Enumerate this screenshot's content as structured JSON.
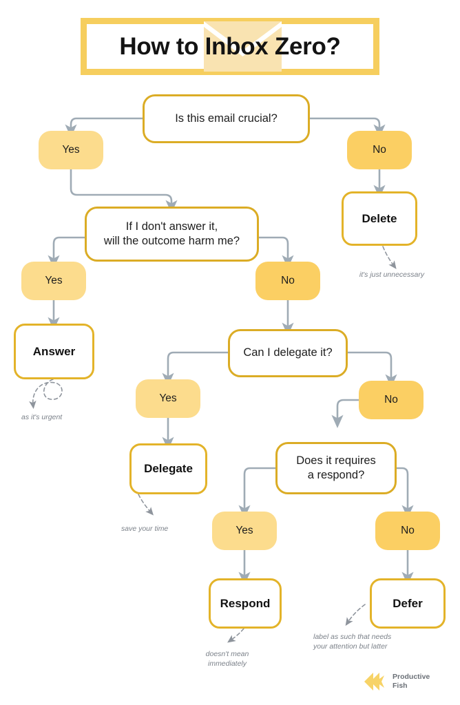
{
  "title": {
    "text": "How to Inbox Zero?",
    "frame_color": "#f6ce5e",
    "envelope_icon": "envelope-icon"
  },
  "colors": {
    "question_border": "#dbac25",
    "terminal_border": "#e3b329",
    "badge_yes": "#fcdc8d",
    "badge_no": "#fbcf63",
    "connector": "#9fabb5",
    "note_text": "#7b8189",
    "background": "#ffffff"
  },
  "chart_data": {
    "type": "diagram",
    "title": "How to Inbox Zero?",
    "nodes": [
      {
        "id": "q1",
        "kind": "question",
        "label": "Is this email crucial?"
      },
      {
        "id": "q1-yes",
        "kind": "badge",
        "label": "Yes"
      },
      {
        "id": "q1-no",
        "kind": "badge",
        "label": "No"
      },
      {
        "id": "delete",
        "kind": "terminal",
        "label": "Delete",
        "note": "it's just unnecessary"
      },
      {
        "id": "q2",
        "kind": "question",
        "label": "If I don't answer it,\nwill the outcome harm me?"
      },
      {
        "id": "q2-yes",
        "kind": "badge",
        "label": "Yes"
      },
      {
        "id": "q2-no",
        "kind": "badge",
        "label": "No"
      },
      {
        "id": "answer",
        "kind": "terminal",
        "label": "Answer",
        "note": "as it's urgent"
      },
      {
        "id": "q3",
        "kind": "question",
        "label": "Can I delegate it?"
      },
      {
        "id": "q3-yes",
        "kind": "badge",
        "label": "Yes"
      },
      {
        "id": "q3-no",
        "kind": "badge",
        "label": "No"
      },
      {
        "id": "delegate",
        "kind": "terminal",
        "label": "Delegate",
        "note": "save your time"
      },
      {
        "id": "q4",
        "kind": "question",
        "label": "Does it requires\na respond?"
      },
      {
        "id": "q4-yes",
        "kind": "badge",
        "label": "Yes"
      },
      {
        "id": "q4-no",
        "kind": "badge",
        "label": "No"
      },
      {
        "id": "respond",
        "kind": "terminal",
        "label": "Respond",
        "note": "doesn't mean\nimmediately"
      },
      {
        "id": "defer",
        "kind": "terminal",
        "label": "Defer",
        "note": "label as such that needs\nyour attention but latter"
      }
    ],
    "edges": [
      {
        "from": "q1",
        "to": "q1-yes",
        "label": "Yes"
      },
      {
        "from": "q1",
        "to": "q1-no",
        "label": "No"
      },
      {
        "from": "q1-no",
        "to": "delete"
      },
      {
        "from": "q1-yes",
        "to": "q2"
      },
      {
        "from": "q2",
        "to": "q2-yes",
        "label": "Yes"
      },
      {
        "from": "q2",
        "to": "q2-no",
        "label": "No"
      },
      {
        "from": "q2-yes",
        "to": "answer"
      },
      {
        "from": "q2-no",
        "to": "q3"
      },
      {
        "from": "q3",
        "to": "q3-yes",
        "label": "Yes"
      },
      {
        "from": "q3",
        "to": "q3-no",
        "label": "No"
      },
      {
        "from": "q3-yes",
        "to": "delegate"
      },
      {
        "from": "q3-no",
        "to": "q4"
      },
      {
        "from": "q4",
        "to": "q4-yes",
        "label": "Yes"
      },
      {
        "from": "q4",
        "to": "q4-no",
        "label": "No"
      },
      {
        "from": "q4-yes",
        "to": "respond"
      },
      {
        "from": "q4-no",
        "to": "defer"
      }
    ]
  },
  "q1": {
    "label": "Is this email crucial?"
  },
  "q1_yes": {
    "label": "Yes"
  },
  "q1_no": {
    "label": "No"
  },
  "delete": {
    "label": "Delete",
    "note": "it's just unnecessary"
  },
  "q2": {
    "label": "If I don't answer it,\nwill the outcome harm me?"
  },
  "q2_yes": {
    "label": "Yes"
  },
  "q2_no": {
    "label": "No"
  },
  "answer": {
    "label": "Answer",
    "note": "as it's urgent"
  },
  "q3": {
    "label": "Can I delegate it?"
  },
  "q3_yes": {
    "label": "Yes"
  },
  "q3_no": {
    "label": "No"
  },
  "delegate": {
    "label": "Delegate",
    "note": "save your time"
  },
  "q4": {
    "label": "Does it requires\na respond?"
  },
  "q4_yes": {
    "label": "Yes"
  },
  "q4_no": {
    "label": "No"
  },
  "respond": {
    "label": "Respond",
    "note": "doesn't mean\nimmediately"
  },
  "defer": {
    "label": "Defer",
    "note": "label as such that needs\nyour attention but latter"
  },
  "logo": {
    "name": "Productive\nFish",
    "icon": "fish-logo-icon"
  }
}
